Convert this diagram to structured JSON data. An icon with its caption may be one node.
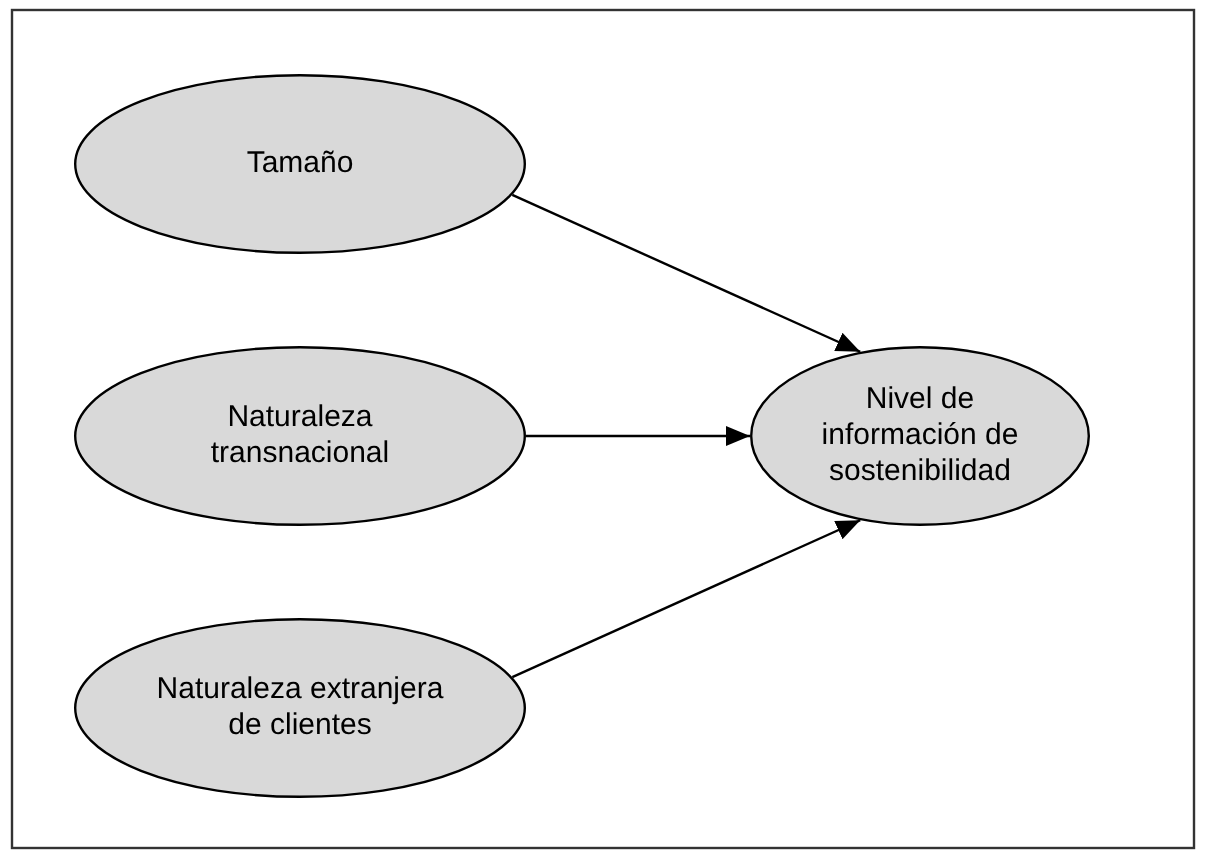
{
  "diagram": {
    "nodes": [
      {
        "text": [
          "Tamaño"
        ]
      },
      {
        "text": [
          "Naturaleza transnacional"
        ]
      },
      {
        "text": [
          "Naturaleza extranjera de clientes"
        ]
      },
      {
        "text": [
          "Nivel de información de sostenibilidad"
        ]
      }
    ],
    "edges": [
      {
        "from": 0,
        "to": 3,
        "arrow": "to"
      },
      {
        "from": 1,
        "to": 3,
        "arrow": "to"
      },
      {
        "from": 2,
        "to": 3,
        "arrow": "to"
      }
    ]
  }
}
